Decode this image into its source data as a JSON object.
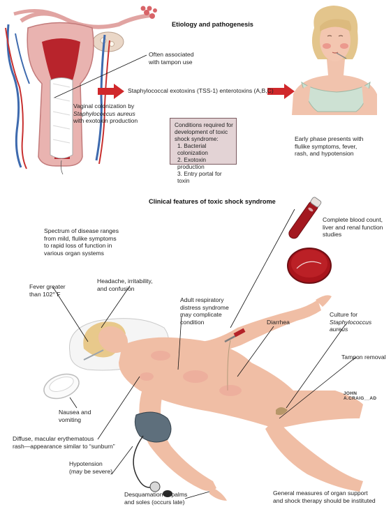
{
  "section_titles": {
    "etiology": "Etiology and pathogenesis",
    "clinical": "Clinical features of toxic shock syndrome"
  },
  "labels": {
    "tampon": "Often associated\nwith tampon use",
    "exotoxins": "Staphylococcal exotoxins (TSS-1) enterotoxins (A,B,C)",
    "vaginal_1": "Vaginal colonization by",
    "vaginal_2": "Staphylococcus aureus",
    "vaginal_3": "with exotoxin production",
    "early_phase": "Early phase presents with\nflulike symptoms, fever,\nrash, and hypotension",
    "spectrum": "Spectrum of disease ranges\nfrom mild, flulike symptoms\nto rapid loss of function in\nvarious organ systems",
    "blood_count": "Complete blood count,\nliver and renal function\nstudies",
    "fever": "Fever greater\nthan 102° F",
    "headache": "Headache, irritability,\nand confusion",
    "ards": "Adult respiratory\ndistress syndrome\nmay complicate\ncondition",
    "diarrhea": "Diarrhea",
    "culture_1": "Culture for",
    "culture_2": "Staphylococcus aureus",
    "tampon_removal": "Tampon removal",
    "nausea": "Nausea and\nvomiting",
    "rash": "Diffuse, macular erythematous\nrash—appearance similar to “sunburn”",
    "hypotension": "Hypotension\n(may be severe)",
    "desquamation": "Desquamation of palms\nand soles (occurs late)",
    "general": "General measures of organ support\nand shock therapy should be instituted"
  },
  "conditions_box": {
    "heading": "Conditions required for\ndevelopment of toxic\nshock syndrome:",
    "items": [
      "1. Bacterial colonization",
      "2. Exotoxin production",
      "3. Entry portal for toxin"
    ]
  },
  "signature": "JOHN A.CRAIG__AD",
  "colors": {
    "arrow": "#d0282b",
    "skin": "#f1c3ad",
    "box_fill": "#e3d3d5",
    "blood": "#a3181f",
    "uterus": "#e7a8a6"
  }
}
